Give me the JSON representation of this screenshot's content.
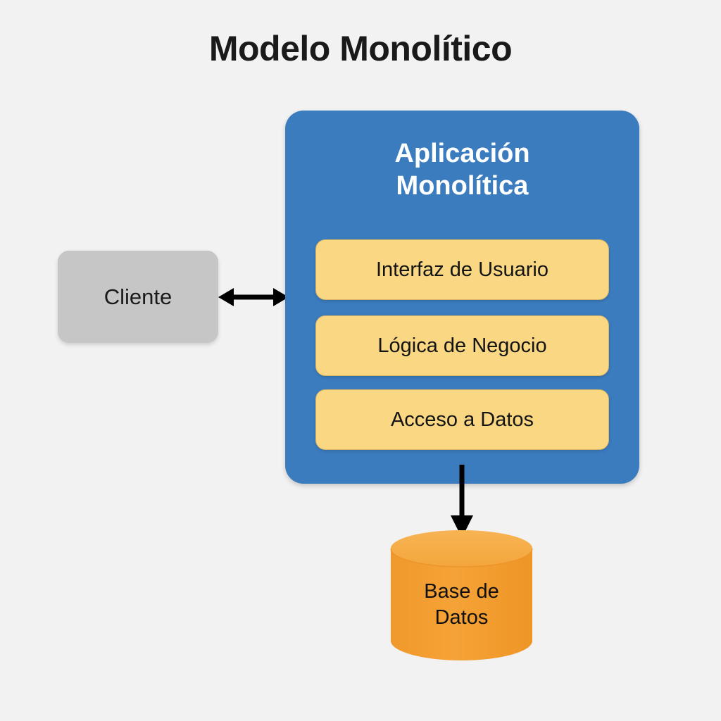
{
  "diagram": {
    "title": "Modelo Monolítico",
    "background_color": "#F2F2F2",
    "type": "architecture-diagram"
  },
  "client": {
    "label": "Cliente",
    "fill_color": "#C6C6C6"
  },
  "monolith": {
    "title_line_1": "Aplicación",
    "title_line_2": "Monolítica",
    "fill_color": "#3B7CBF",
    "text_color": "#FFFFFF",
    "layers": [
      {
        "label": "Interfaz de Usuario"
      },
      {
        "label": "Lógica de Negocio"
      },
      {
        "label": "Acceso a Datos"
      }
    ],
    "layer_fill_color": "#F9D783",
    "layer_border_color": "#D9B463"
  },
  "database": {
    "label_line_1": "Base de",
    "label_line_2": "Datos",
    "body_color": "#F29C2E",
    "top_color": "#F5B041"
  },
  "connectors": {
    "client_to_monolith": {
      "name": "bidirectional-arrow",
      "direction": "both",
      "color": "#000000"
    },
    "monolith_to_database": {
      "name": "down-arrow",
      "direction": "down",
      "color": "#000000"
    }
  }
}
